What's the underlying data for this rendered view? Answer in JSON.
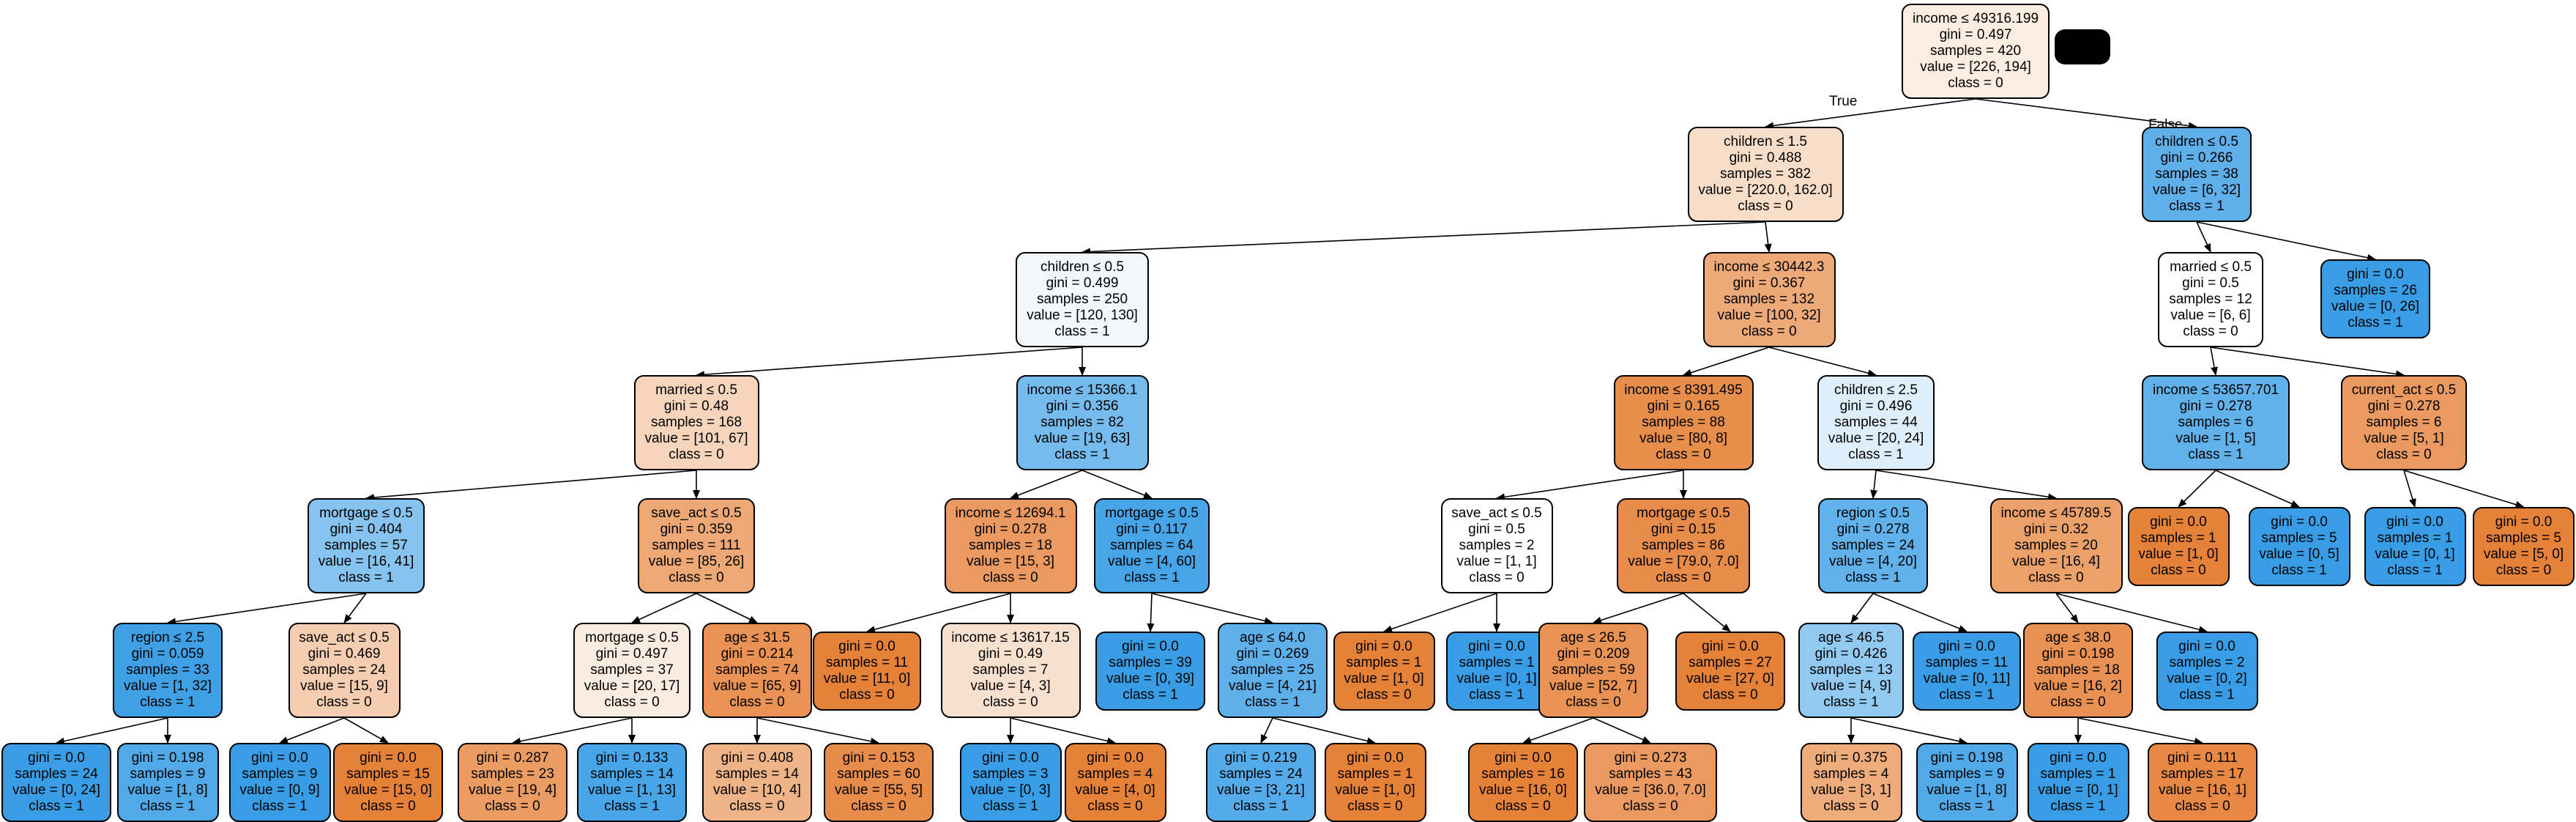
{
  "edge_labels": {
    "left": "True",
    "right": "False"
  },
  "nodes": [
    {
      "id": "n0",
      "lines": [
        "income ≤ 49316.199",
        "gini = 0.497",
        "samples = 420",
        "value = [226, 194]",
        "class = 0"
      ],
      "fill": "#fcede2"
    },
    {
      "id": "n1",
      "lines": [
        "children ≤ 1.5",
        "gini = 0.488",
        "samples = 382",
        "value = [220.0, 162.0]",
        "class = 0"
      ],
      "fill": "#f8ddc9"
    },
    {
      "id": "n2",
      "lines": [
        "children ≤ 0.5",
        "gini = 0.266",
        "samples = 38",
        "value = [6, 32]",
        "class = 1"
      ],
      "fill": "#5eafea"
    },
    {
      "id": "n3",
      "lines": [
        "children ≤ 0.5",
        "gini = 0.499",
        "samples = 250",
        "value = [120, 130]",
        "class = 1"
      ],
      "fill": "#f0f7fd"
    },
    {
      "id": "n4",
      "lines": [
        "income ≤ 30442.3",
        "gini = 0.367",
        "samples = 132",
        "value = [100, 32]",
        "class = 0"
      ],
      "fill": "#eda978"
    },
    {
      "id": "n5",
      "lines": [
        "married ≤ 0.5",
        "gini = 0.5",
        "samples = 12",
        "value = [6, 6]",
        "class = 0"
      ],
      "fill": "#ffffff"
    },
    {
      "id": "n6",
      "lines": [
        "gini = 0.0",
        "samples = 26",
        "value = [0, 26]",
        "class = 1"
      ],
      "fill": "#399de5"
    },
    {
      "id": "n7",
      "lines": [
        "married ≤ 0.5",
        "gini = 0.48",
        "samples = 168",
        "value = [101, 67]",
        "class = 0"
      ],
      "fill": "#f6d5bc"
    },
    {
      "id": "n8",
      "lines": [
        "income ≤ 15366.1",
        "gini = 0.356",
        "samples = 82",
        "value = [19, 63]",
        "class = 1"
      ],
      "fill": "#75bbed"
    },
    {
      "id": "n9",
      "lines": [
        "income ≤ 8391.495",
        "gini = 0.165",
        "samples = 88",
        "value = [80, 8]",
        "class = 0"
      ],
      "fill": "#e88e4d"
    },
    {
      "id": "n10",
      "lines": [
        "children ≤ 2.5",
        "gini = 0.496",
        "samples = 44",
        "value = [20, 24]",
        "class = 1"
      ],
      "fill": "#deeffb"
    },
    {
      "id": "n11",
      "lines": [
        "income ≤ 53657.701",
        "gini = 0.278",
        "samples = 6",
        "value = [1, 5]",
        "class = 1"
      ],
      "fill": "#61b1ea"
    },
    {
      "id": "n12",
      "lines": [
        "current_act ≤ 0.5",
        "gini = 0.278",
        "samples = 6",
        "value = [5, 1]",
        "class = 0"
      ],
      "fill": "#ea9a61"
    },
    {
      "id": "n13",
      "lines": [
        "mortgage ≤ 0.5",
        "gini = 0.404",
        "samples = 57",
        "value = [16, 41]",
        "class = 1"
      ],
      "fill": "#86c3ef"
    },
    {
      "id": "n14",
      "lines": [
        "save_act ≤ 0.5",
        "gini = 0.359",
        "samples = 111",
        "value = [85, 26]",
        "class = 0"
      ],
      "fill": "#eda876"
    },
    {
      "id": "n15",
      "lines": [
        "income ≤ 12694.1",
        "gini = 0.278",
        "samples = 18",
        "value = [15, 3]",
        "class = 0"
      ],
      "fill": "#ea9a61"
    },
    {
      "id": "n16",
      "lines": [
        "mortgage ≤ 0.5",
        "gini = 0.117",
        "samples = 64",
        "value = [4, 60]",
        "class = 1"
      ],
      "fill": "#46a4e7"
    },
    {
      "id": "n17",
      "lines": [
        "save_act ≤ 0.5",
        "gini = 0.5",
        "samples = 2",
        "value = [1, 1]",
        "class = 0"
      ],
      "fill": "#ffffff"
    },
    {
      "id": "n18",
      "lines": [
        "mortgage ≤ 0.5",
        "gini = 0.15",
        "samples = 86",
        "value = [79.0, 7.0]",
        "class = 0"
      ],
      "fill": "#e78c4b"
    },
    {
      "id": "n19",
      "lines": [
        "region ≤ 0.5",
        "gini = 0.278",
        "samples = 24",
        "value = [4, 20]",
        "class = 1"
      ],
      "fill": "#61b1ea"
    },
    {
      "id": "n20",
      "lines": [
        "income ≤ 45789.5",
        "gini = 0.32",
        "samples = 20",
        "value = [16, 4]",
        "class = 0"
      ],
      "fill": "#eca06a"
    },
    {
      "id": "n21",
      "lines": [
        "gini = 0.0",
        "samples = 1",
        "value = [1, 0]",
        "class = 0"
      ],
      "fill": "#e58139"
    },
    {
      "id": "n22",
      "lines": [
        "gini = 0.0",
        "samples = 5",
        "value = [0, 5]",
        "class = 1"
      ],
      "fill": "#399de5"
    },
    {
      "id": "n23",
      "lines": [
        "gini = 0.0",
        "samples = 1",
        "value = [0, 1]",
        "class = 1"
      ],
      "fill": "#399de5"
    },
    {
      "id": "n24",
      "lines": [
        "gini = 0.0",
        "samples = 5",
        "value = [5, 0]",
        "class = 0"
      ],
      "fill": "#e58139"
    },
    {
      "id": "n25",
      "lines": [
        "region ≤ 2.5",
        "gini = 0.059",
        "samples = 33",
        "value = [1, 32]",
        "class = 1"
      ],
      "fill": "#3fa0e6"
    },
    {
      "id": "n26",
      "lines": [
        "save_act ≤ 0.5",
        "gini = 0.469",
        "samples = 24",
        "value = [15, 9]",
        "class = 0"
      ],
      "fill": "#f5cdb0"
    },
    {
      "id": "n27",
      "lines": [
        "mortgage ≤ 0.5",
        "gini = 0.497",
        "samples = 37",
        "value = [20, 17]",
        "class = 0"
      ],
      "fill": "#fbece1"
    },
    {
      "id": "n28",
      "lines": [
        "age ≤ 31.5",
        "gini = 0.214",
        "samples = 74",
        "value = [65, 9]",
        "class = 0"
      ],
      "fill": "#e99254"
    },
    {
      "id": "n29",
      "lines": [
        "gini = 0.0",
        "samples = 11",
        "value = [11, 0]",
        "class = 0"
      ],
      "fill": "#e58139"
    },
    {
      "id": "n30",
      "lines": [
        "income ≤ 13617.15",
        "gini = 0.49",
        "samples = 7",
        "value = [4, 3]",
        "class = 0"
      ],
      "fill": "#f8e0ce"
    },
    {
      "id": "n31",
      "lines": [
        "gini = 0.0",
        "samples = 39",
        "value = [0, 39]",
        "class = 1"
      ],
      "fill": "#399de5"
    },
    {
      "id": "n32",
      "lines": [
        "age ≤ 64.0",
        "gini = 0.269",
        "samples = 25",
        "value = [4, 21]",
        "class = 1"
      ],
      "fill": "#5fb0ea"
    },
    {
      "id": "n33",
      "lines": [
        "gini = 0.0",
        "samples = 1",
        "value = [1, 0]",
        "class = 0"
      ],
      "fill": "#e58139"
    },
    {
      "id": "n34",
      "lines": [
        "gini = 0.0",
        "samples = 1",
        "value = [0, 1]",
        "class = 1"
      ],
      "fill": "#399de5"
    },
    {
      "id": "n35",
      "lines": [
        "age ≤ 26.5",
        "gini = 0.209",
        "samples = 59",
        "value = [52, 7]",
        "class = 0"
      ],
      "fill": "#e89254"
    },
    {
      "id": "n36",
      "lines": [
        "gini = 0.0",
        "samples = 27",
        "value = [27, 0]",
        "class = 0"
      ],
      "fill": "#e58139"
    },
    {
      "id": "n37",
      "lines": [
        "age ≤ 46.5",
        "gini = 0.426",
        "samples = 13",
        "value = [4, 9]",
        "class = 1"
      ],
      "fill": "#91c9f1"
    },
    {
      "id": "n38",
      "lines": [
        "gini = 0.0",
        "samples = 11",
        "value = [0, 11]",
        "class = 1"
      ],
      "fill": "#399de5"
    },
    {
      "id": "n39",
      "lines": [
        "age ≤ 38.0",
        "gini = 0.198",
        "samples = 18",
        "value = [16, 2]",
        "class = 0"
      ],
      "fill": "#e89152"
    },
    {
      "id": "n40",
      "lines": [
        "gini = 0.0",
        "samples = 2",
        "value = [0, 2]",
        "class = 1"
      ],
      "fill": "#399de5"
    },
    {
      "id": "n41",
      "lines": [
        "gini = 0.0",
        "samples = 24",
        "value = [0, 24]",
        "class = 1"
      ],
      "fill": "#399de5"
    },
    {
      "id": "n42",
      "lines": [
        "gini = 0.198",
        "samples = 9",
        "value = [1, 8]",
        "class = 1"
      ],
      "fill": "#52a9e8"
    },
    {
      "id": "n43",
      "lines": [
        "gini = 0.0",
        "samples = 9",
        "value = [0, 9]",
        "class = 1"
      ],
      "fill": "#399de5"
    },
    {
      "id": "n44",
      "lines": [
        "gini = 0.0",
        "samples = 15",
        "value = [15, 0]",
        "class = 0"
      ],
      "fill": "#e58139"
    },
    {
      "id": "n45",
      "lines": [
        "gini = 0.287",
        "samples = 23",
        "value = [19, 4]",
        "class = 0"
      ],
      "fill": "#ea9c63"
    },
    {
      "id": "n46",
      "lines": [
        "gini = 0.133",
        "samples = 14",
        "value = [1, 13]",
        "class = 1"
      ],
      "fill": "#48a5e7"
    },
    {
      "id": "n47",
      "lines": [
        "gini = 0.408",
        "samples = 14",
        "value = [10, 4]",
        "class = 0"
      ],
      "fill": "#efb388"
    },
    {
      "id": "n48",
      "lines": [
        "gini = 0.153",
        "samples = 60",
        "value = [55, 5]",
        "class = 0"
      ],
      "fill": "#e78c4b"
    },
    {
      "id": "n49",
      "lines": [
        "gini = 0.0",
        "samples = 3",
        "value = [0, 3]",
        "class = 1"
      ],
      "fill": "#399de5"
    },
    {
      "id": "n50",
      "lines": [
        "gini = 0.0",
        "samples = 4",
        "value = [4, 0]",
        "class = 0"
      ],
      "fill": "#e58139"
    },
    {
      "id": "n51",
      "lines": [
        "gini = 0.219",
        "samples = 24",
        "value = [3, 21]",
        "class = 1"
      ],
      "fill": "#55abe9"
    },
    {
      "id": "n52",
      "lines": [
        "gini = 0.0",
        "samples = 1",
        "value = [1, 0]",
        "class = 0"
      ],
      "fill": "#e58139"
    },
    {
      "id": "n53",
      "lines": [
        "gini = 0.0",
        "samples = 16",
        "value = [16, 0]",
        "class = 0"
      ],
      "fill": "#e58139"
    },
    {
      "id": "n54",
      "lines": [
        "gini = 0.273",
        "samples = 43",
        "value = [36.0, 7.0]",
        "class = 0"
      ],
      "fill": "#ea9a60"
    },
    {
      "id": "n55",
      "lines": [
        "gini = 0.375",
        "samples = 4",
        "value = [3, 1]",
        "class = 0"
      ],
      "fill": "#eeab7b"
    },
    {
      "id": "n56",
      "lines": [
        "gini = 0.198",
        "samples = 9",
        "value = [1, 8]",
        "class = 1"
      ],
      "fill": "#52a9e8"
    },
    {
      "id": "n57",
      "lines": [
        "gini = 0.0",
        "samples = 1",
        "value = [0, 1]",
        "class = 1"
      ],
      "fill": "#399de5"
    },
    {
      "id": "n58",
      "lines": [
        "gini = 0.111",
        "samples = 17",
        "value = [16, 1]",
        "class = 0"
      ],
      "fill": "#e78945"
    }
  ],
  "edges": [
    [
      "n0",
      "n1"
    ],
    [
      "n0",
      "n2"
    ],
    [
      "n1",
      "n3"
    ],
    [
      "n1",
      "n4"
    ],
    [
      "n2",
      "n5"
    ],
    [
      "n2",
      "n6"
    ],
    [
      "n3",
      "n7"
    ],
    [
      "n3",
      "n8"
    ],
    [
      "n4",
      "n9"
    ],
    [
      "n4",
      "n10"
    ],
    [
      "n5",
      "n11"
    ],
    [
      "n5",
      "n12"
    ],
    [
      "n7",
      "n13"
    ],
    [
      "n7",
      "n14"
    ],
    [
      "n8",
      "n15"
    ],
    [
      "n8",
      "n16"
    ],
    [
      "n9",
      "n17"
    ],
    [
      "n9",
      "n18"
    ],
    [
      "n10",
      "n19"
    ],
    [
      "n10",
      "n20"
    ],
    [
      "n11",
      "n21"
    ],
    [
      "n11",
      "n22"
    ],
    [
      "n12",
      "n23"
    ],
    [
      "n12",
      "n24"
    ],
    [
      "n13",
      "n25"
    ],
    [
      "n13",
      "n26"
    ],
    [
      "n14",
      "n27"
    ],
    [
      "n14",
      "n28"
    ],
    [
      "n15",
      "n29"
    ],
    [
      "n15",
      "n30"
    ],
    [
      "n16",
      "n31"
    ],
    [
      "n16",
      "n32"
    ],
    [
      "n17",
      "n33"
    ],
    [
      "n17",
      "n34"
    ],
    [
      "n18",
      "n35"
    ],
    [
      "n18",
      "n36"
    ],
    [
      "n19",
      "n37"
    ],
    [
      "n19",
      "n38"
    ],
    [
      "n20",
      "n39"
    ],
    [
      "n20",
      "n40"
    ],
    [
      "n25",
      "n41"
    ],
    [
      "n25",
      "n42"
    ],
    [
      "n26",
      "n43"
    ],
    [
      "n26",
      "n44"
    ],
    [
      "n27",
      "n45"
    ],
    [
      "n27",
      "n46"
    ],
    [
      "n28",
      "n47"
    ],
    [
      "n28",
      "n48"
    ],
    [
      "n30",
      "n49"
    ],
    [
      "n30",
      "n50"
    ],
    [
      "n32",
      "n51"
    ],
    [
      "n32",
      "n52"
    ],
    [
      "n35",
      "n53"
    ],
    [
      "n35",
      "n54"
    ],
    [
      "n37",
      "n55"
    ],
    [
      "n37",
      "n56"
    ],
    [
      "n39",
      "n57"
    ],
    [
      "n39",
      "n58"
    ]
  ]
}
